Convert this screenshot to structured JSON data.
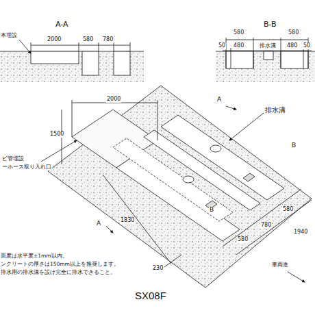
{
  "diagram": {
    "caption": "SX08F",
    "labels": [
      "A-A",
      "本埋設",
      "2000",
      "580",
      "780",
      "B-B",
      "580",
      "580",
      "50",
      "480",
      "排水溝",
      "480",
      "50",
      "2000",
      "1500",
      "排水溝",
      "A",
      "A",
      "B",
      "B",
      "1830",
      "230",
      "580",
      "780",
      "580",
      "1940",
      "ビ管埋設",
      "ーホース取り入れ口",
      "車両進",
      "面度は水平度±1mm以内。",
      "ンクリートの厚さは150mm以上を推奨します。",
      "排水用の排水溝を設け完全に排水できること。"
    ]
  }
}
